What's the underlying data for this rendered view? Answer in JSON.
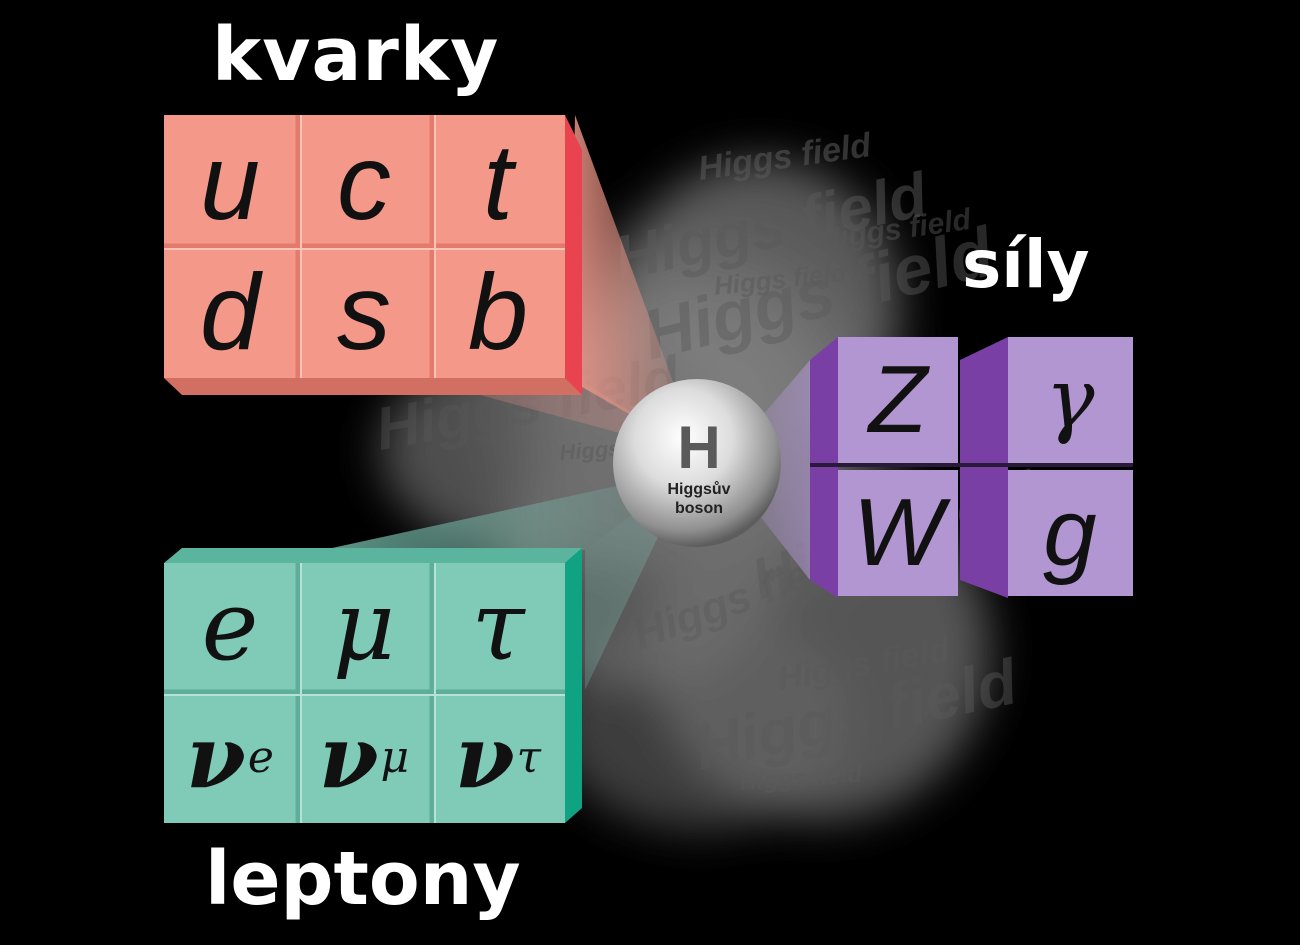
{
  "titles": {
    "quarks": "kvarky",
    "forces": "síly",
    "leptons": "leptony"
  },
  "higgs": {
    "letter": "H",
    "label_line1": "Higgsův",
    "label_line2": "boson",
    "field_text": "Higgs field"
  },
  "quarks": [
    [
      "u",
      "c",
      "t"
    ],
    [
      "d",
      "s",
      "b"
    ]
  ],
  "leptons": {
    "charged": [
      "e",
      "μ",
      "τ"
    ],
    "neutrino_symbol": "ν",
    "neutrino_subscripts": [
      "e",
      "μ",
      "τ"
    ]
  },
  "bosons": [
    [
      "Z",
      "γ"
    ],
    [
      "W",
      "g"
    ]
  ],
  "colors": {
    "background": "#000000",
    "quark_face": "#f4998a",
    "quark_side": "#e8434e",
    "lepton_face": "#7fcbb8",
    "lepton_side": "#0fa383",
    "boson_face": "#b196d2",
    "boson_side": "#7a3fa4",
    "title": "#ffffff",
    "field_cloud": "#8a8a8a"
  }
}
